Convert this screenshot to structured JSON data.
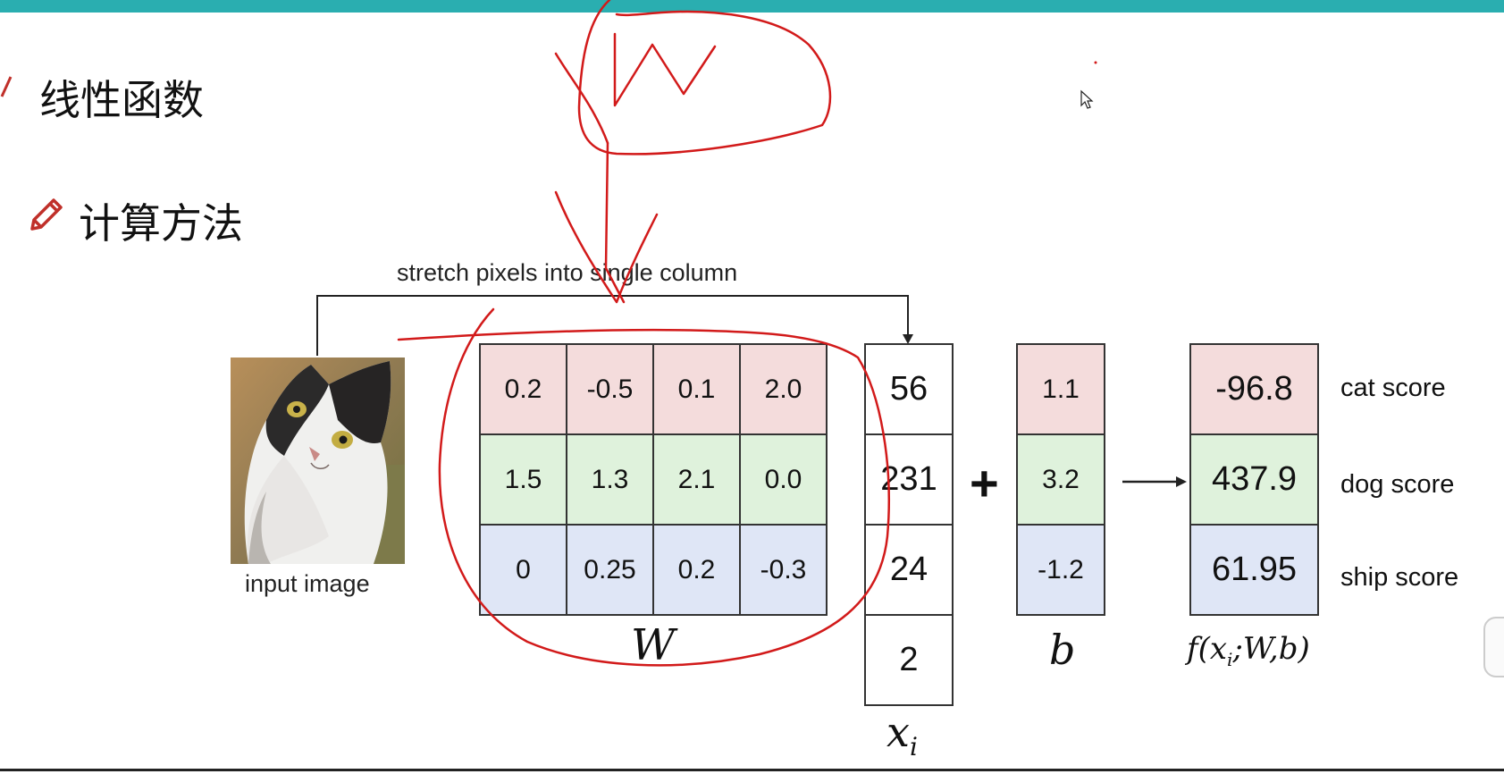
{
  "headings": {
    "linear_function": "线性函数",
    "calc_method": "计算方法"
  },
  "diagram": {
    "stretch_label": "stretch pixels into single column",
    "input_label": "input image",
    "W_matrix": [
      [
        "0.2",
        "-0.5",
        "0.1",
        "2.0"
      ],
      [
        "1.5",
        "1.3",
        "2.1",
        "0.0"
      ],
      [
        "0",
        "0.25",
        "0.2",
        "-0.3"
      ]
    ],
    "W_label": "W",
    "x_vector": [
      "56",
      "231",
      "24",
      "2"
    ],
    "x_label": "x",
    "x_sub": "i",
    "plus": "+",
    "b_vector": [
      "1.1",
      "3.2",
      "-1.2"
    ],
    "b_label": "b",
    "scores": [
      "-96.8",
      "437.9",
      "61.95"
    ],
    "f_label": "f(x",
    "f_sub": "i",
    "f_rest": ";W,b)",
    "score_labels": [
      "cat score",
      "dog score",
      "ship score"
    ],
    "row_colors": [
      "#f4dcdc",
      "#dff2dc",
      "#dfe6f6"
    ]
  },
  "annotation": {
    "handwritten_letter": "W",
    "ink_color": "#d21a1a"
  }
}
